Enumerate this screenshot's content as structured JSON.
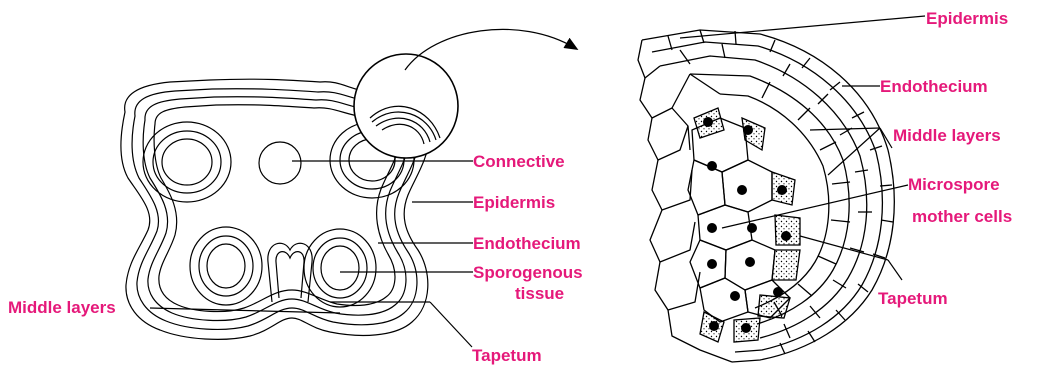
{
  "colors": {
    "label": "#E5197A",
    "line": "#000000"
  },
  "left_figure": {
    "labels": {
      "connective": "Connective",
      "epidermis": "Epidermis",
      "endothecium": "Endothecium",
      "sporogenous_1": "Sporogenous",
      "sporogenous_2": "tissue",
      "middle_layers": "Middle layers",
      "tapetum": "Tapetum"
    }
  },
  "right_figure": {
    "labels": {
      "epidermis": "Epidermis",
      "endothecium": "Endothecium",
      "middle_layers": "Middle layers",
      "microspore_1": "Microspore",
      "microspore_2": "mother cells",
      "tapetum": "Tapetum"
    }
  }
}
